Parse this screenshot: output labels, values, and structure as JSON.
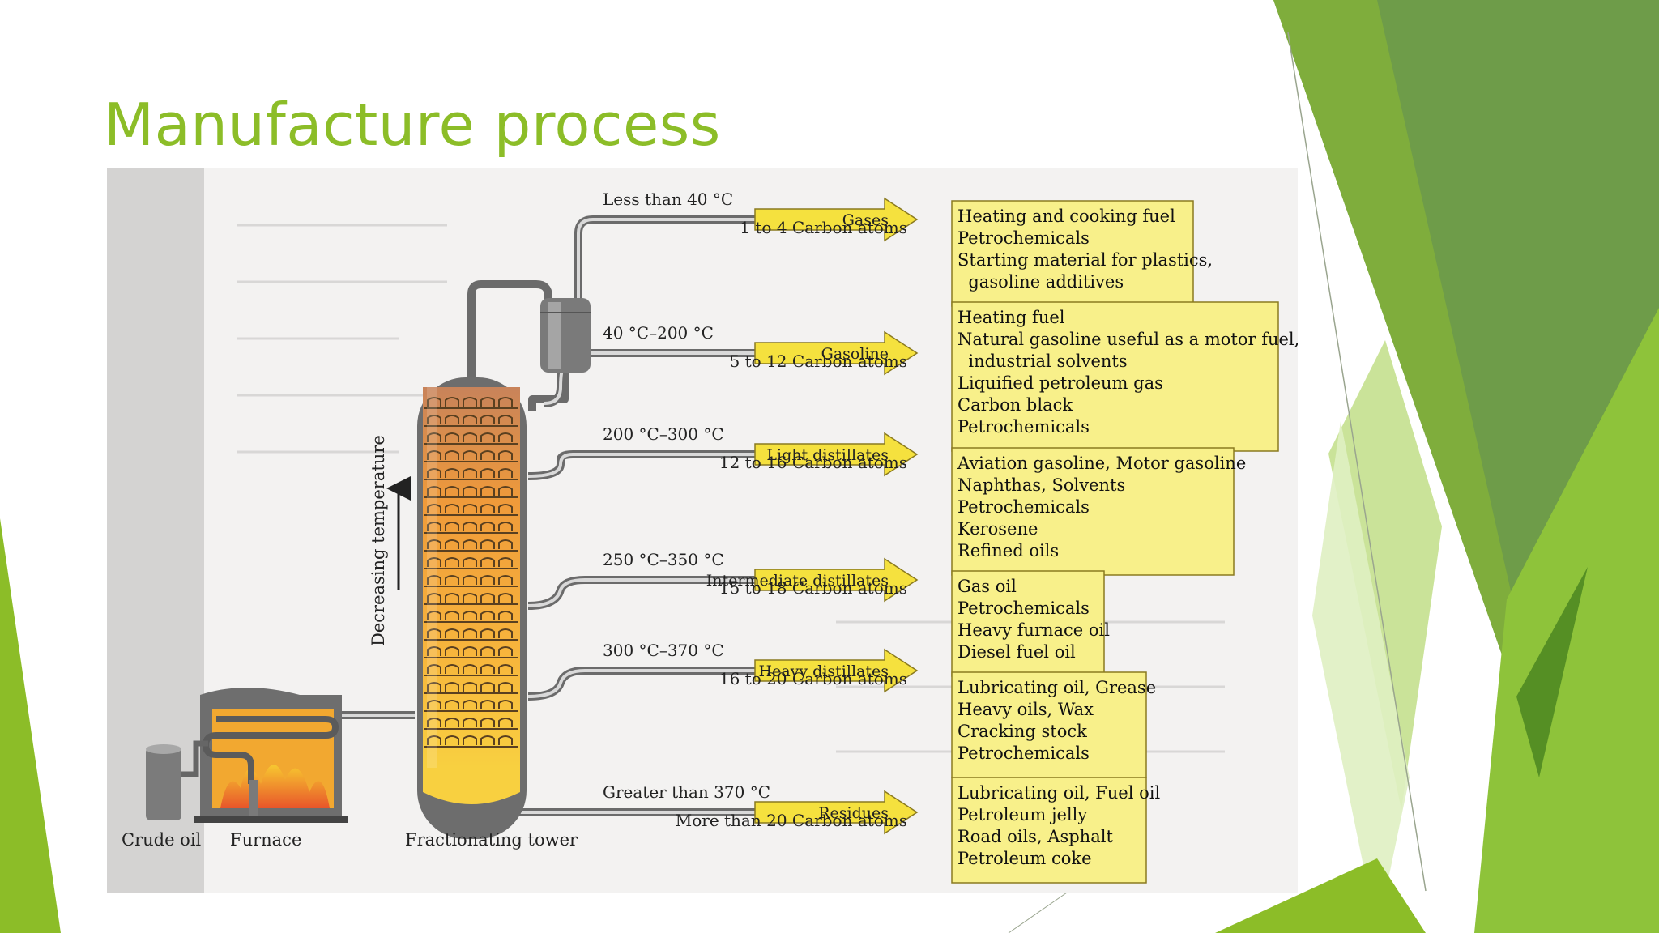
{
  "slide": {
    "title": "Manufacture process"
  },
  "colors": {
    "accent_green": "#8cbd28",
    "dark_green": "#6f9a48",
    "arrow_yellow": "#f5e13e",
    "box_yellow": "#f8f08a",
    "tower_orange": "#f0a93a",
    "tower_gray": "#7c7c7c"
  },
  "diagram": {
    "labels": {
      "crude_oil": "Crude oil",
      "furnace": "Furnace",
      "tower": "Fractionating tower",
      "temperature_axis": "Decreasing temperature"
    },
    "fractions": [
      {
        "temp": "Less than 40 °C",
        "name": "Gases",
        "carbon": "1 to 4 Carbon atoms",
        "uses": [
          "Heating and cooking fuel",
          "Petrochemicals",
          "Starting material for plastics,",
          "  gasoline additives"
        ]
      },
      {
        "temp": "40 °C–200 °C",
        "name": "Gasoline",
        "carbon": "5 to 12 Carbon atoms",
        "uses": [
          "Heating fuel",
          "Natural gasoline useful as a motor fuel,",
          "  industrial solvents",
          "Liquified petroleum gas",
          "Carbon black",
          "Petrochemicals"
        ]
      },
      {
        "temp": "200 °C–300 °C",
        "name": "Light distillates",
        "carbon": "12 to 16 Carbon atoms",
        "uses": [
          "Aviation gasoline, Motor gasoline",
          "Naphthas, Solvents",
          "Petrochemicals",
          "Kerosene",
          "Refined oils"
        ]
      },
      {
        "temp": "250 °C–350 °C",
        "name": "Intermediate distillates",
        "carbon": "15 to 18 Carbon atoms",
        "uses": [
          "Gas oil",
          "Petrochemicals",
          "Heavy furnace oil",
          "Diesel fuel oil"
        ]
      },
      {
        "temp": "300 °C–370 °C",
        "name": "Heavy distillates",
        "carbon": "16 to 20 Carbon atoms",
        "uses": [
          "Lubricating oil, Grease",
          "Heavy oils, Wax",
          "Cracking stock",
          "Petrochemicals"
        ]
      },
      {
        "temp": "Greater than 370 °C",
        "name": "Residues",
        "carbon": "More than 20 Carbon atoms",
        "uses": [
          "Lubricating oil, Fuel oil",
          "Petroleum jelly",
          "Road oils, Asphalt",
          "Petroleum coke"
        ]
      }
    ]
  }
}
